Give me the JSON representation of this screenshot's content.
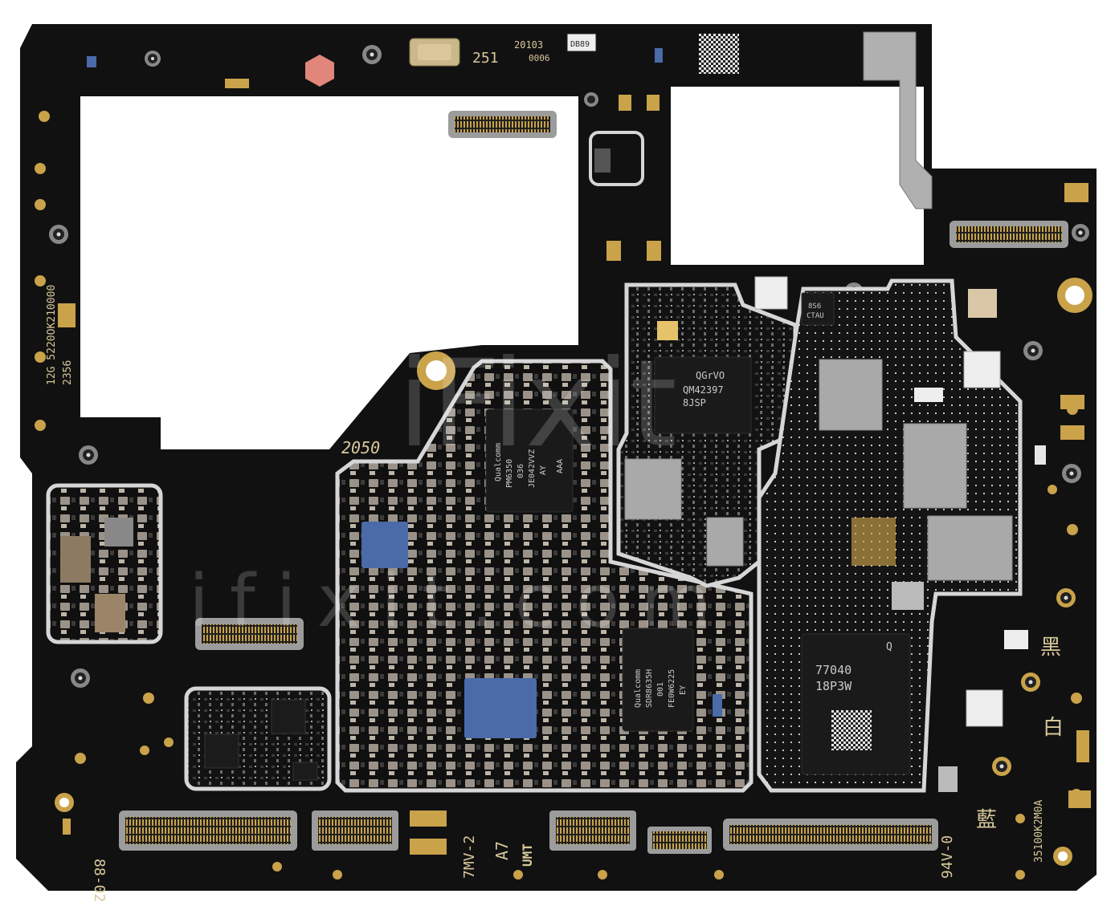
{
  "colors": {
    "pcb": "#111111",
    "shield": "#d6d6d6",
    "gold": "#c9a24a",
    "silk": "#d8c79a",
    "blue": "#4a6aa8",
    "chip": "#1a1a1a",
    "metal": "#a9a9a9"
  },
  "silkscreen": {
    "board_id_1": "12G 5220OK210000",
    "board_id_2": "2356",
    "code_top": "251",
    "code_date": "20103",
    "code_small": "0006",
    "code_2050": "2050",
    "code_88": "88-02",
    "code_7mv": "7MV-2",
    "code_a7": "A7",
    "code_umt": "UMT",
    "code_94v": "94V-0",
    "code_right": "35100K2M0A",
    "label_black": "黑",
    "label_white": "白",
    "label_blue": "藍",
    "code_db": "DB89"
  },
  "chips": {
    "pmic": {
      "brand": "Qualcomm",
      "line1": "PM6350",
      "line2": "036",
      "line3": "JE042VVZ",
      "line4": "AY",
      "line5": "AAA"
    },
    "rf_transceiver": {
      "brand": "Qualcomm",
      "line1": "SDR8635H",
      "line2": "001",
      "line3": "FE0W6225",
      "line4": "EY"
    },
    "qorvo": {
      "brand": "QGrVO",
      "line1": "QM42397",
      "line2": "8JSP"
    },
    "big_soc": {
      "line1": "77040",
      "line2": "18P3W",
      "line3": "Q"
    },
    "small_ic": {
      "line1": "8S6",
      "line2": "CTAU"
    }
  },
  "watermark": {
    "line1": "iFixit",
    "line2": "ifixit.com"
  }
}
